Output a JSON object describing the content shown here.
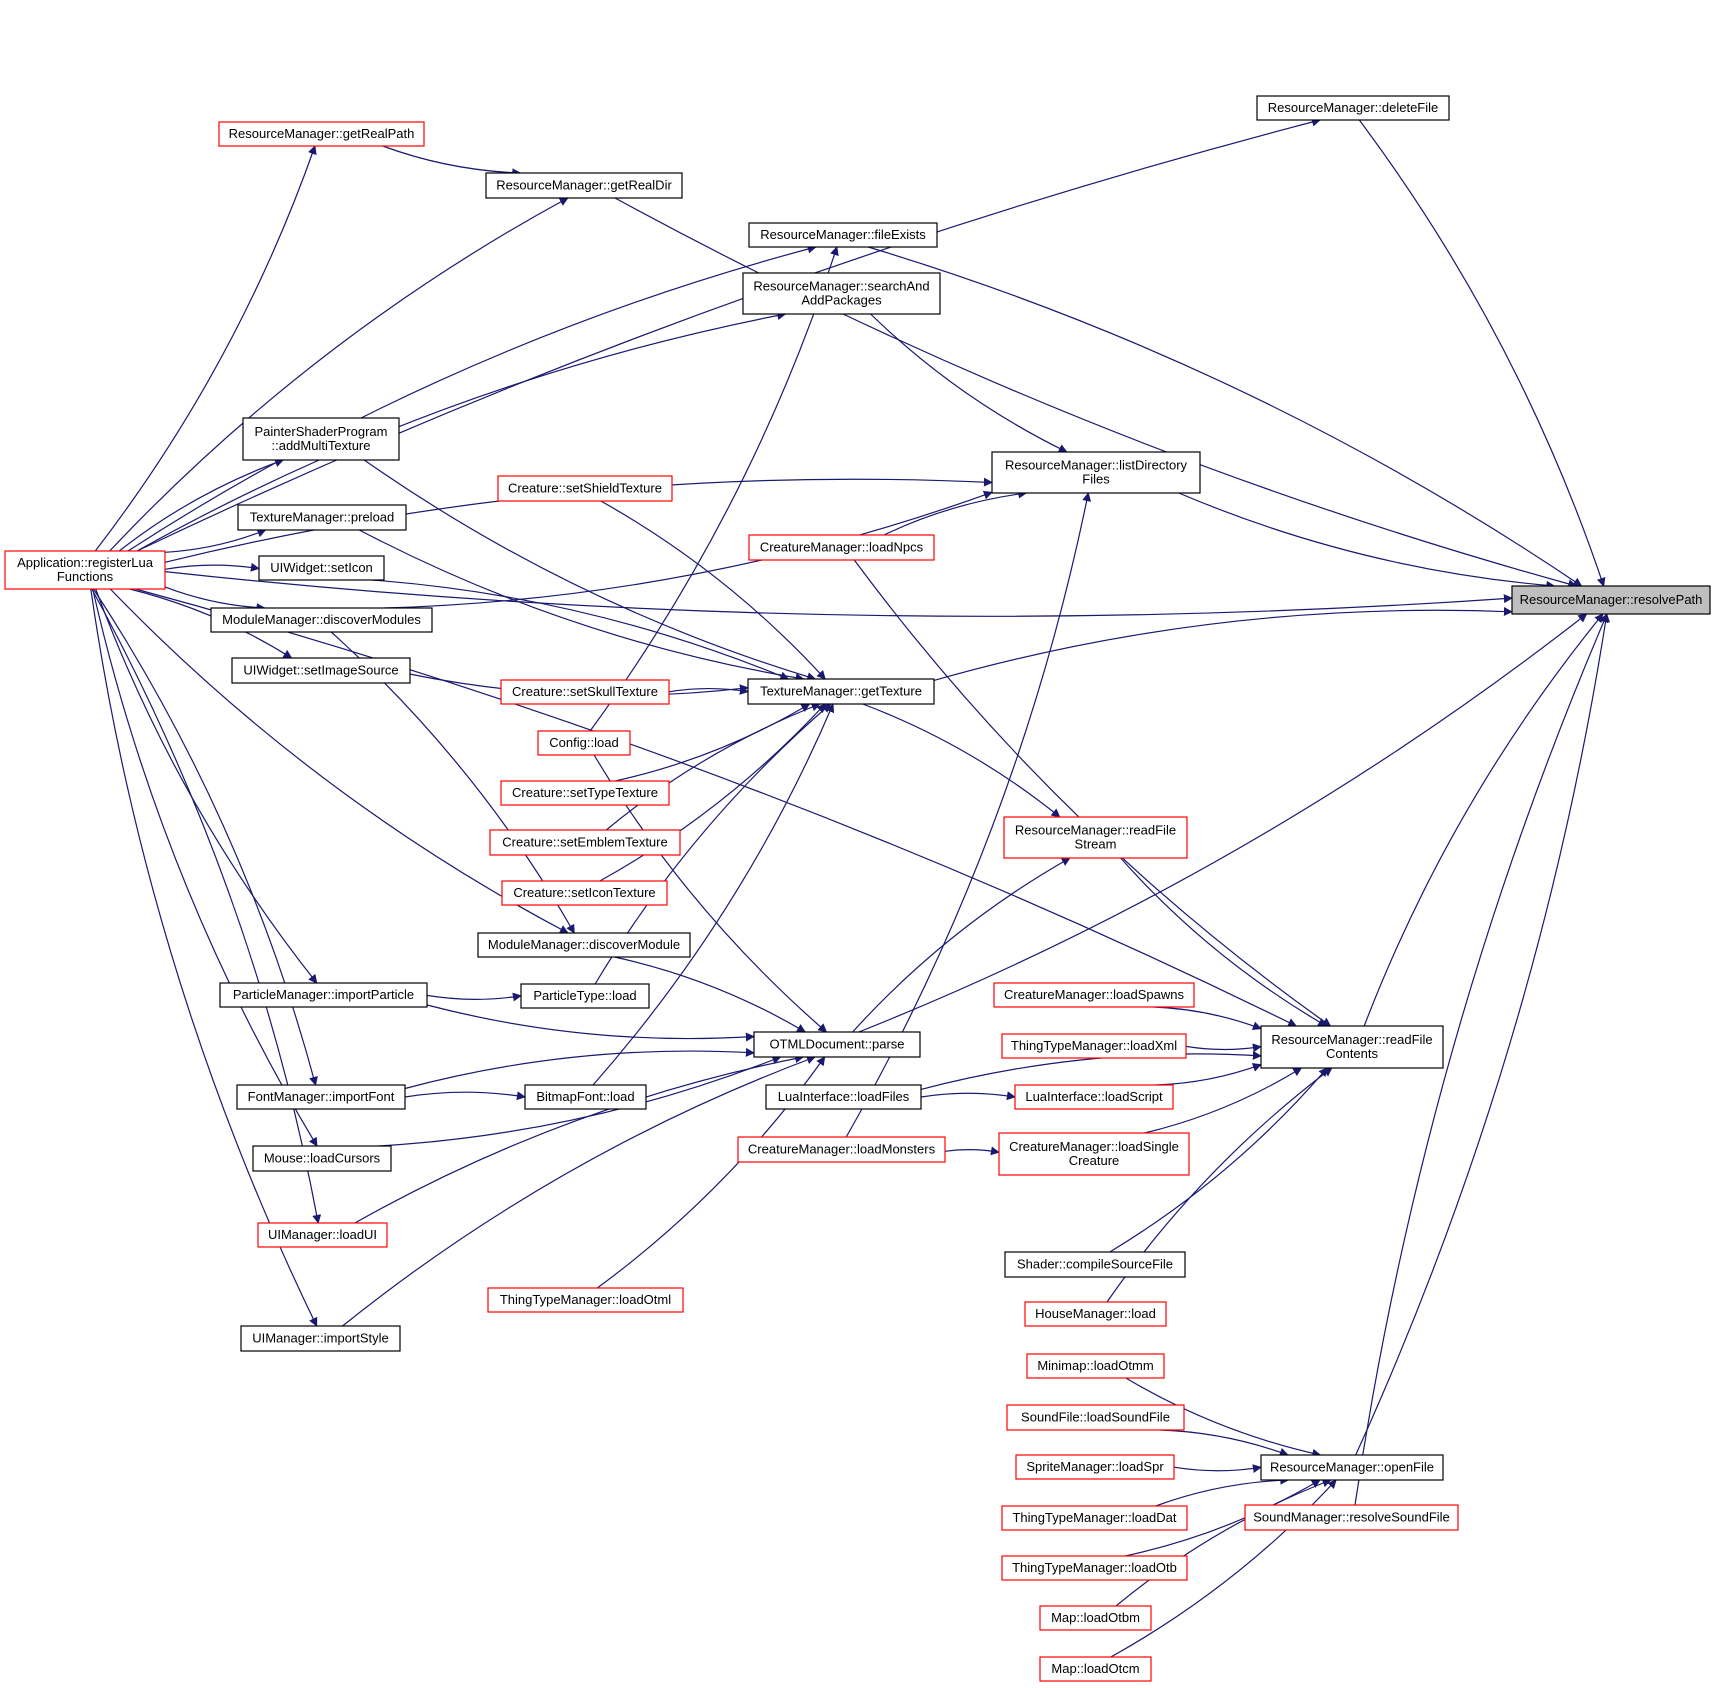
{
  "graph": {
    "nodes": [
      {
        "id": "resolvePath",
        "lines": [
          "ResourceManager::resolvePath"
        ],
        "style": "root"
      },
      {
        "id": "deleteFile",
        "lines": [
          "ResourceManager::deleteFile"
        ],
        "style": "black"
      },
      {
        "id": "getRealPath",
        "lines": [
          "ResourceManager::getRealPath"
        ],
        "style": "red"
      },
      {
        "id": "getRealDir",
        "lines": [
          "ResourceManager::getRealDir"
        ],
        "style": "black"
      },
      {
        "id": "fileExists",
        "lines": [
          "ResourceManager::fileExists"
        ],
        "style": "black"
      },
      {
        "id": "searchAndAddPackages",
        "lines": [
          "ResourceManager::searchAnd",
          "AddPackages"
        ],
        "style": "black"
      },
      {
        "id": "addMultiTexture",
        "lines": [
          "PainterShaderProgram",
          "::addMultiTexture"
        ],
        "style": "black"
      },
      {
        "id": "listDirectoryFiles",
        "lines": [
          "ResourceManager::listDirectory",
          "Files"
        ],
        "style": "black"
      },
      {
        "id": "setShieldTexture",
        "lines": [
          "Creature::setShieldTexture"
        ],
        "style": "red"
      },
      {
        "id": "loadNpcs",
        "lines": [
          "CreatureManager::loadNpcs"
        ],
        "style": "red"
      },
      {
        "id": "preload",
        "lines": [
          "TextureManager::preload"
        ],
        "style": "black"
      },
      {
        "id": "registerLuaFunctions",
        "lines": [
          "Application::registerLua",
          "Functions"
        ],
        "style": "red"
      },
      {
        "id": "setIcon",
        "lines": [
          "UIWidget::setIcon"
        ],
        "style": "black"
      },
      {
        "id": "discoverModules",
        "lines": [
          "ModuleManager::discoverModules"
        ],
        "style": "black"
      },
      {
        "id": "setImageSource",
        "lines": [
          "UIWidget::setImageSource"
        ],
        "style": "black"
      },
      {
        "id": "setSkullTexture",
        "lines": [
          "Creature::setSkullTexture"
        ],
        "style": "red"
      },
      {
        "id": "getTexture",
        "lines": [
          "TextureManager::getTexture"
        ],
        "style": "black"
      },
      {
        "id": "configLoad",
        "lines": [
          "Config::load"
        ],
        "style": "red"
      },
      {
        "id": "setTypeTexture",
        "lines": [
          "Creature::setTypeTexture"
        ],
        "style": "red"
      },
      {
        "id": "readFileStream",
        "lines": [
          "ResourceManager::readFile",
          "Stream"
        ],
        "style": "red"
      },
      {
        "id": "setEmblemTexture",
        "lines": [
          "Creature::setEmblemTexture"
        ],
        "style": "red"
      },
      {
        "id": "setIconTexture",
        "lines": [
          "Creature::setIconTexture"
        ],
        "style": "red"
      },
      {
        "id": "discoverModule",
        "lines": [
          "ModuleManager::discoverModule"
        ],
        "style": "black"
      },
      {
        "id": "importParticle",
        "lines": [
          "ParticleManager::importParticle"
        ],
        "style": "black"
      },
      {
        "id": "particleTypeLoad",
        "lines": [
          "ParticleType::load"
        ],
        "style": "black"
      },
      {
        "id": "loadSpawns",
        "lines": [
          "CreatureManager::loadSpawns"
        ],
        "style": "red"
      },
      {
        "id": "otmlParse",
        "lines": [
          "OTMLDocument::parse"
        ],
        "style": "black"
      },
      {
        "id": "readFileContents",
        "lines": [
          "ResourceManager::readFile",
          "Contents"
        ],
        "style": "black"
      },
      {
        "id": "loadXml",
        "lines": [
          "ThingTypeManager::loadXml"
        ],
        "style": "red"
      },
      {
        "id": "importFont",
        "lines": [
          "FontManager::importFont"
        ],
        "style": "black"
      },
      {
        "id": "bitmapFontLoad",
        "lines": [
          "BitmapFont::load"
        ],
        "style": "black"
      },
      {
        "id": "loadFiles",
        "lines": [
          "LuaInterface::loadFiles"
        ],
        "style": "black"
      },
      {
        "id": "loadScript",
        "lines": [
          "LuaInterface::loadScript"
        ],
        "style": "red"
      },
      {
        "id": "loadMonsters",
        "lines": [
          "CreatureManager::loadMonsters"
        ],
        "style": "red"
      },
      {
        "id": "loadSingleCreature",
        "lines": [
          "CreatureManager::loadSingle",
          "Creature"
        ],
        "style": "red"
      },
      {
        "id": "loadCursors",
        "lines": [
          "Mouse::loadCursors"
        ],
        "style": "black"
      },
      {
        "id": "loadUI",
        "lines": [
          "UIManager::loadUI"
        ],
        "style": "red"
      },
      {
        "id": "compileSourceFile",
        "lines": [
          "Shader::compileSourceFile"
        ],
        "style": "black"
      },
      {
        "id": "loadOtml",
        "lines": [
          "ThingTypeManager::loadOtml"
        ],
        "style": "red"
      },
      {
        "id": "houseLoad",
        "lines": [
          "HouseManager::load"
        ],
        "style": "red"
      },
      {
        "id": "importStyle",
        "lines": [
          "UIManager::importStyle"
        ],
        "style": "black"
      },
      {
        "id": "loadOtmm",
        "lines": [
          "Minimap::loadOtmm"
        ],
        "style": "red"
      },
      {
        "id": "loadSoundFile",
        "lines": [
          "SoundFile::loadSoundFile"
        ],
        "style": "red"
      },
      {
        "id": "loadSpr",
        "lines": [
          "SpriteManager::loadSpr"
        ],
        "style": "red"
      },
      {
        "id": "openFile",
        "lines": [
          "ResourceManager::openFile"
        ],
        "style": "black"
      },
      {
        "id": "loadDat",
        "lines": [
          "ThingTypeManager::loadDat"
        ],
        "style": "red"
      },
      {
        "id": "resolveSoundFile",
        "lines": [
          "SoundManager::resolveSoundFile"
        ],
        "style": "red"
      },
      {
        "id": "loadOtb",
        "lines": [
          "ThingTypeManager::loadOtb"
        ],
        "style": "red"
      },
      {
        "id": "loadOtbm",
        "lines": [
          "Map::loadOtbm"
        ],
        "style": "red"
      },
      {
        "id": "loadOtcm",
        "lines": [
          "Map::loadOtcm"
        ],
        "style": "red"
      }
    ],
    "edges": [
      [
        "deleteFile",
        "resolvePath"
      ],
      [
        "getRealDir",
        "resolvePath"
      ],
      [
        "fileExists",
        "resolvePath"
      ],
      [
        "listDirectoryFiles",
        "resolvePath"
      ],
      [
        "getTexture",
        "resolvePath"
      ],
      [
        "otmlParse",
        "resolvePath"
      ],
      [
        "readFileContents",
        "resolvePath"
      ],
      [
        "openFile",
        "resolvePath"
      ],
      [
        "resolveSoundFile",
        "resolvePath"
      ],
      [
        "registerLuaFunctions",
        "resolvePath"
      ],
      [
        "registerLuaFunctions",
        "deleteFile"
      ],
      [
        "registerLuaFunctions",
        "getRealPath"
      ],
      [
        "registerLuaFunctions",
        "getRealDir"
      ],
      [
        "getRealPath",
        "getRealDir"
      ],
      [
        "registerLuaFunctions",
        "fileExists"
      ],
      [
        "configLoad",
        "fileExists"
      ],
      [
        "registerLuaFunctions",
        "searchAndAddPackages"
      ],
      [
        "searchAndAddPackages",
        "listDirectoryFiles"
      ],
      [
        "registerLuaFunctions",
        "listDirectoryFiles"
      ],
      [
        "discoverModules",
        "listDirectoryFiles"
      ],
      [
        "loadNpcs",
        "listDirectoryFiles"
      ],
      [
        "loadMonsters",
        "listDirectoryFiles"
      ],
      [
        "registerLuaFunctions",
        "addMultiTexture"
      ],
      [
        "registerLuaFunctions",
        "preload"
      ],
      [
        "registerLuaFunctions",
        "setIcon"
      ],
      [
        "registerLuaFunctions",
        "discoverModules"
      ],
      [
        "registerLuaFunctions",
        "setImageSource"
      ],
      [
        "registerLuaFunctions",
        "discoverModule"
      ],
      [
        "discoverModules",
        "discoverModule"
      ],
      [
        "registerLuaFunctions",
        "importParticle"
      ],
      [
        "registerLuaFunctions",
        "importFont"
      ],
      [
        "registerLuaFunctions",
        "loadCursors"
      ],
      [
        "registerLuaFunctions",
        "loadUI"
      ],
      [
        "registerLuaFunctions",
        "importStyle"
      ],
      [
        "registerLuaFunctions",
        "readFileContents"
      ],
      [
        "addMultiTexture",
        "getTexture"
      ],
      [
        "setShieldTexture",
        "getTexture"
      ],
      [
        "preload",
        "getTexture"
      ],
      [
        "setIcon",
        "getTexture"
      ],
      [
        "setImageSource",
        "getTexture"
      ],
      [
        "setSkullTexture",
        "getTexture"
      ],
      [
        "setTypeTexture",
        "getTexture"
      ],
      [
        "setEmblemTexture",
        "getTexture"
      ],
      [
        "setIconTexture",
        "getTexture"
      ],
      [
        "particleTypeLoad",
        "getTexture"
      ],
      [
        "bitmapFontLoad",
        "getTexture"
      ],
      [
        "getTexture",
        "readFileStream"
      ],
      [
        "readFileStream",
        "readFileContents"
      ],
      [
        "otmlParse",
        "readFileStream"
      ],
      [
        "configLoad",
        "otmlParse"
      ],
      [
        "discoverModule",
        "otmlParse"
      ],
      [
        "importParticle",
        "otmlParse"
      ],
      [
        "importFont",
        "otmlParse"
      ],
      [
        "loadCursors",
        "otmlParse"
      ],
      [
        "loadUI",
        "otmlParse"
      ],
      [
        "loadOtml",
        "otmlParse"
      ],
      [
        "importStyle",
        "otmlParse"
      ],
      [
        "importParticle",
        "particleTypeLoad"
      ],
      [
        "importFont",
        "bitmapFontLoad"
      ],
      [
        "loadNpcs",
        "readFileContents"
      ],
      [
        "loadSpawns",
        "readFileContents"
      ],
      [
        "loadXml",
        "readFileContents"
      ],
      [
        "loadFiles",
        "readFileContents"
      ],
      [
        "loadScript",
        "readFileContents"
      ],
      [
        "loadFiles",
        "loadScript"
      ],
      [
        "loadSingleCreature",
        "readFileContents"
      ],
      [
        "loadMonsters",
        "loadSingleCreature"
      ],
      [
        "compileSourceFile",
        "readFileContents"
      ],
      [
        "houseLoad",
        "readFileContents"
      ],
      [
        "loadOtmm",
        "openFile"
      ],
      [
        "loadSoundFile",
        "openFile"
      ],
      [
        "loadSpr",
        "openFile"
      ],
      [
        "loadDat",
        "openFile"
      ],
      [
        "loadOtb",
        "openFile"
      ],
      [
        "loadOtbm",
        "openFile"
      ],
      [
        "loadOtcm",
        "openFile"
      ]
    ]
  },
  "colors": {
    "edge": "#191970",
    "root_fill": "#bfbfbf",
    "black_border": "#000000",
    "red_border": "#ff0000"
  }
}
